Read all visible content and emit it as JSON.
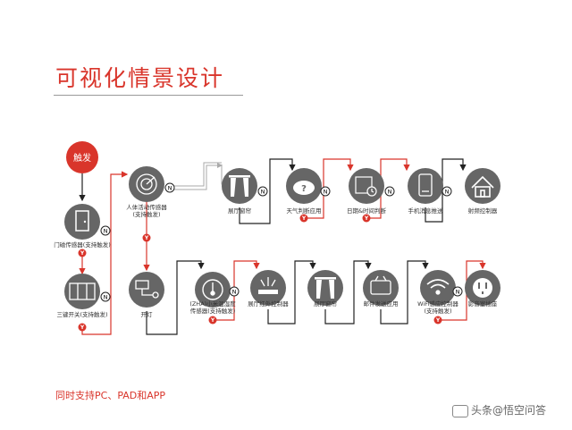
{
  "title": "可视化情景设计",
  "footer": "同时支持PC、PAD和APP",
  "watermark": "头条@悟空问答",
  "trigger_label": "触发",
  "badges": {
    "n": "N",
    "y": "Y"
  },
  "nodes": [
    {
      "id": "door",
      "label": "门磁传感器(支持触发)",
      "icon": "door-icon"
    },
    {
      "id": "switch",
      "label": "三键开关(支持触发)",
      "icon": "switch-icon"
    },
    {
      "id": "body",
      "label_l1": "人体活动传感器",
      "label_l2": "(支持触发)",
      "icon": "radar-icon"
    },
    {
      "id": "light",
      "label": "开灯",
      "icon": "lamp-icon"
    },
    {
      "id": "curtain1",
      "label": "展厅窗帘",
      "icon": "curtain-icon"
    },
    {
      "id": "weather",
      "label": "天气判断应用",
      "icon": "cloud-icon"
    },
    {
      "id": "datetime",
      "label": "日期&时间判断",
      "icon": "calendar-icon"
    },
    {
      "id": "push",
      "label": "手机消息推送",
      "icon": "phone-icon"
    },
    {
      "id": "house",
      "label": "射频控制器",
      "icon": "house-icon"
    },
    {
      "id": "zha",
      "label_l1": "(ZHA)小米温湿度",
      "label_l2": "传感器(支持触发)",
      "icon": "thermometer-icon"
    },
    {
      "id": "ir",
      "label": "展厅红外控制器",
      "icon": "infrared-icon"
    },
    {
      "id": "curtain2",
      "label": "展厅窗帘",
      "icon": "curtain-icon"
    },
    {
      "id": "mail",
      "label": "邮件发送应用",
      "icon": "mail-icon"
    },
    {
      "id": "wifi",
      "label_l1": "WiFi感应控制器",
      "label_l2": "(支持触发)",
      "icon": "wifi-icon"
    },
    {
      "id": "speaker",
      "label": "影音室插座",
      "icon": "socket-icon"
    }
  ]
}
